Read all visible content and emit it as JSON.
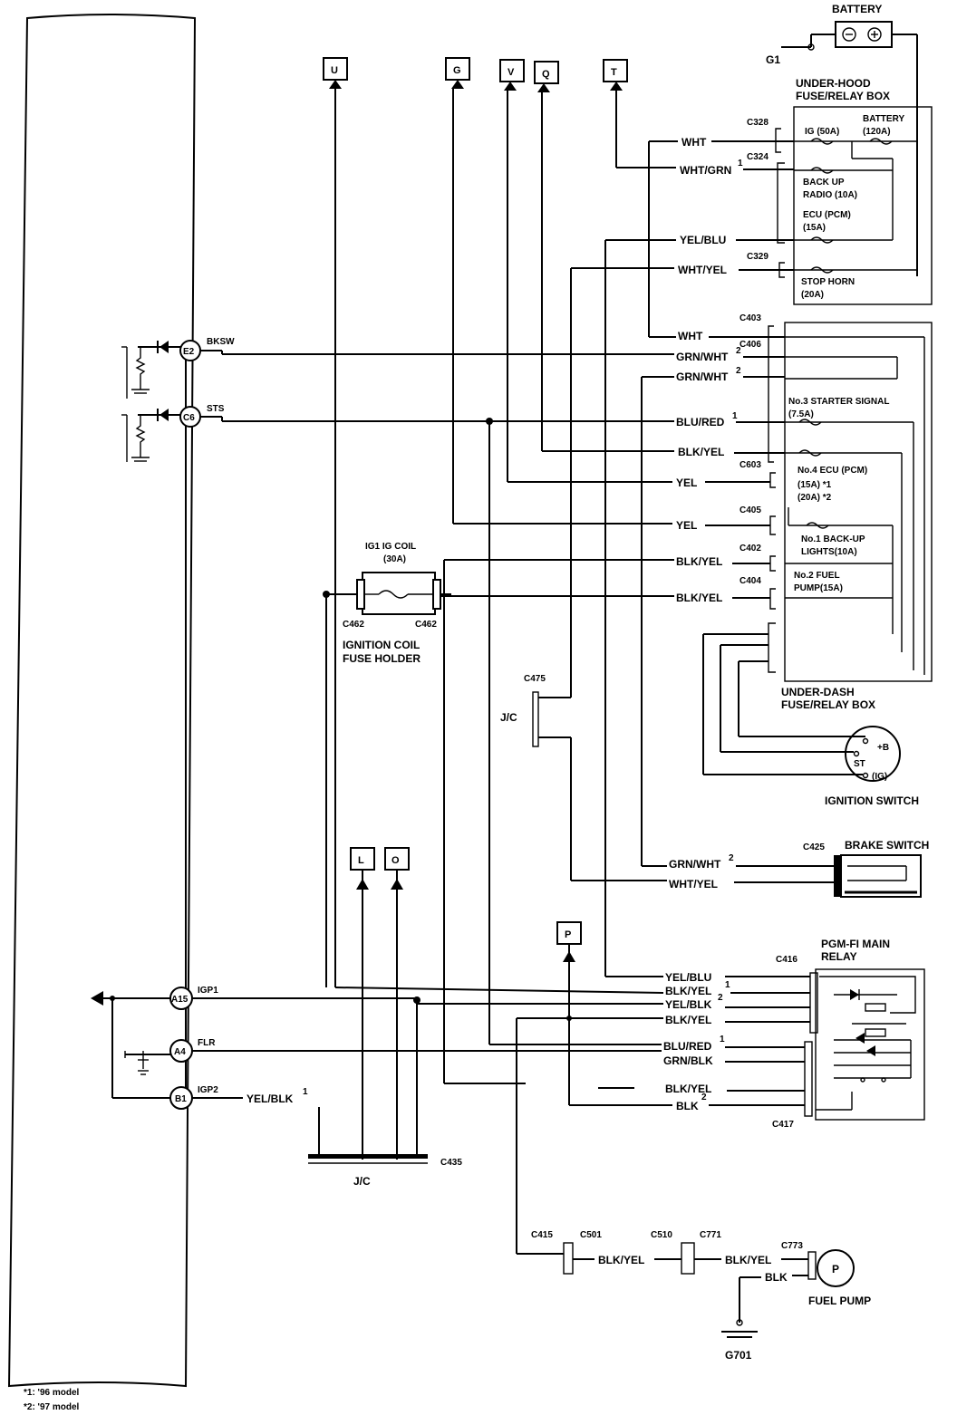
{
  "battery": {
    "title": "BATTERY",
    "ground": "G1"
  },
  "underhood_box": {
    "title1": "UNDER-HOOD",
    "title2": "FUSE/RELAY BOX",
    "battery_fuse1": "BATTERY",
    "battery_fuse2": "(120A)",
    "ig_fuse": "IG (50A)",
    "backup1": "BACK UP",
    "backup2": "RADIO (10A)",
    "ecu1": "ECU (PCM)",
    "ecu2": "(15A)",
    "stop1": "STOP HORN",
    "stop2": "(20A)"
  },
  "connectors": {
    "c328": "C328",
    "c324": "C324",
    "c329": "C329",
    "c403": "C403",
    "c406": "C406",
    "c603": "C603",
    "c405": "C405",
    "c402": "C402",
    "c404": "C404",
    "c462a": "C462",
    "c462b": "C462",
    "c475": "C475",
    "c425": "C425",
    "c416": "C416",
    "c417": "C417",
    "c435": "C435",
    "c415": "C415",
    "c501": "C501",
    "c510": "C510",
    "c771": "C771",
    "c773": "C773"
  },
  "wires": {
    "wht1": "WHT",
    "whtgrn": "WHT/GRN",
    "yelblu1": "YEL/BLU",
    "whtyel1": "WHT/YEL",
    "wht2": "WHT",
    "grnwht1": "GRN/WHT",
    "grnwht2": "GRN/WHT",
    "blured1": "BLU/RED",
    "blkyel1": "BLK/YEL",
    "yel1": "YEL",
    "yel2": "YEL",
    "blkyel2": "BLK/YEL",
    "blkyel3": "BLK/YEL",
    "grnwht3": "GRN/WHT",
    "whtyel2": "WHT/YEL",
    "yelblu2": "YEL/BLU",
    "blkyel4": "BLK/YEL",
    "yelblk1": "YEL/BLK",
    "blkyel5": "BLK/YEL",
    "blured2": "BLU/RED",
    "grnblk": "GRN/BLK",
    "blkyel6": "BLK/YEL",
    "blk1": "BLK",
    "yelblk2": "YEL/BLK",
    "blkyel7": "BLK/YEL",
    "blkyel8": "BLK/YEL",
    "blk2": "BLK",
    "bksw": "BKSW",
    "sts": "STS",
    "igp1": "IGP1",
    "flr": "FLR",
    "igp2": "IGP2"
  },
  "sup": {
    "s1": "1",
    "s2": "2",
    "s3": "2",
    "s4": "1",
    "s5": "2",
    "s6": "1",
    "s7": "1",
    "s8": "2",
    "s9": "2",
    "s10": "1"
  },
  "pins": {
    "e2": "E2",
    "c6": "C6",
    "a15": "A15",
    "a4": "A4",
    "b1": "B1"
  },
  "refs": {
    "u": "U",
    "g": "G",
    "v": "V",
    "q": "Q",
    "t": "T",
    "l": "L",
    "o": "O",
    "p": "P"
  },
  "underdash_box": {
    "title1": "UNDER-DASH",
    "title2": "FUSE/RELAY BOX",
    "no3a": "No.3 STARTER SIGNAL",
    "no3b": "(7.5A)",
    "no4a": "No.4 ECU (PCM)",
    "no4b": "(15A) *1",
    "no4c": "(20A) *2",
    "no1a": "No.1 BACK-UP",
    "no1b": "LIGHTS(10A)",
    "no2a": "No.2   FUEL",
    "no2b": "PUMP(15A)"
  },
  "ig_coil": {
    "title1": "IG1 IG COIL",
    "title2": "(30A)",
    "holder1": "IGNITION COIL",
    "holder2": "FUSE HOLDER"
  },
  "jc1": "J/C",
  "jc2": "J/C",
  "ignition_switch": {
    "title": "IGNITION SWITCH",
    "st": "ST",
    "b": "+B",
    "ig": "(IG)"
  },
  "brake_switch": {
    "title": "BRAKE SWITCH"
  },
  "main_relay": {
    "title1": "PGM-FI MAIN",
    "title2": "RELAY"
  },
  "fuel_pump": {
    "title": "FUEL PUMP",
    "symbol": "P",
    "ground": "G701"
  },
  "footnotes": {
    "n1": "*1: '96 model",
    "n2": "*2: '97 model"
  }
}
